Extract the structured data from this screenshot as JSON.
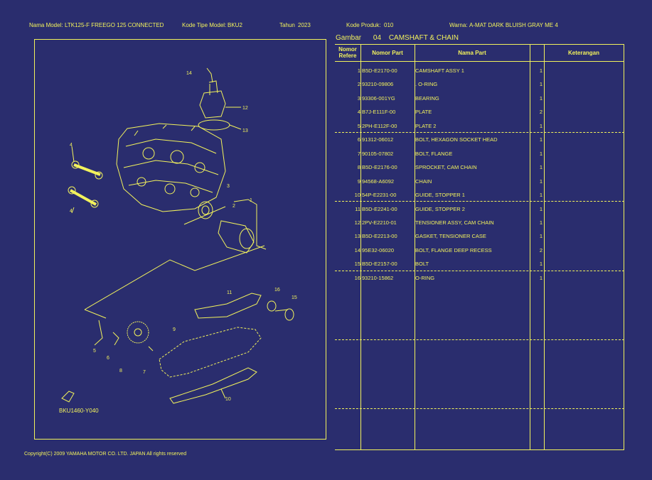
{
  "header": {
    "model_name_label": "Nama Model:",
    "model_name": "LTK125-F FREEGO 125 CONNECTED",
    "model_type_label": "Kode Tipe Model:",
    "model_type": "BKU2",
    "year_label": "Tahun",
    "year": "2023",
    "product_code_label": "Kode Produk:",
    "product_code": "010",
    "color_label": "Warna:",
    "color": "A-MAT DARK BLUISH GRAY ME 4"
  },
  "section": {
    "label": "Gambar",
    "number": "04",
    "title": "CAMSHAFT & CHAIN"
  },
  "table": {
    "columns": {
      "ref": "Nomor Refere",
      "part_no": "Nomor Part",
      "name": "Nama Part",
      "notes": "Keterangan"
    },
    "rows": [
      {
        "no": "1",
        "part": "B5D-E2170-00",
        "name": "CAMSHAFT ASSY 1",
        "qty": "1"
      },
      {
        "no": "2",
        "part": "93210-09806",
        "name": ". O-RING",
        "qty": "1"
      },
      {
        "no": "3",
        "part": "93306-001YG",
        "name": "BEARING",
        "qty": "1"
      },
      {
        "no": "4",
        "part": "B7J-E111F-00",
        "name": "PLATE",
        "qty": "2"
      },
      {
        "no": "5",
        "part": "2PH-E112F-00",
        "name": "PLATE 2",
        "qty": "1"
      },
      {
        "no": "6",
        "part": "91312-06012",
        "name": "BOLT, HEXAGON SOCKET HEAD",
        "qty": "1"
      },
      {
        "no": "7",
        "part": "90105-07802",
        "name": "BOLT, FLANGE",
        "qty": "1"
      },
      {
        "no": "8",
        "part": "B5D-E2176-00",
        "name": "SPROCKET, CAM CHAIN",
        "qty": "1"
      },
      {
        "no": "9",
        "part": "94568-A6092",
        "name": "CHAIN",
        "qty": "1"
      },
      {
        "no": "10",
        "part": "54P-E2231-00",
        "name": "GUIDE, STOPPER 1",
        "qty": "1"
      },
      {
        "no": "11",
        "part": "B5D-E2241-00",
        "name": "GUIDE, STOPPER 2",
        "qty": "1"
      },
      {
        "no": "12",
        "part": "2PV-E2210-01",
        "name": "TENSIONER ASSY, CAM CHAIN",
        "qty": "1"
      },
      {
        "no": "13",
        "part": "B5D-E2213-00",
        "name": "GASKET, TENSIONER CASE",
        "qty": "1"
      },
      {
        "no": "14",
        "part": "95E32-06020",
        "name": "BOLT, FLANGE DEEP RECESS",
        "qty": "2"
      },
      {
        "no": "15",
        "part": "B5D-E2157-00",
        "name": "BOLT",
        "qty": "1"
      },
      {
        "no": "16",
        "part": "93210-15862",
        "name": "O-RING",
        "qty": "1"
      }
    ]
  },
  "diagram": {
    "code": "BKU1460-Y040",
    "callouts": [
      "14",
      "12",
      "13",
      "4",
      "4",
      "3",
      "2",
      "1",
      "11",
      "16",
      "15",
      "5",
      "6",
      "8",
      "7",
      "9",
      "10"
    ]
  },
  "copyright": "Copyright(C) 2009 YAMAHA MOTOR CO. LTD. JAPAN All rights reserved",
  "colors": {
    "background": "#2a2d6e",
    "foreground": "#f2f25c"
  }
}
